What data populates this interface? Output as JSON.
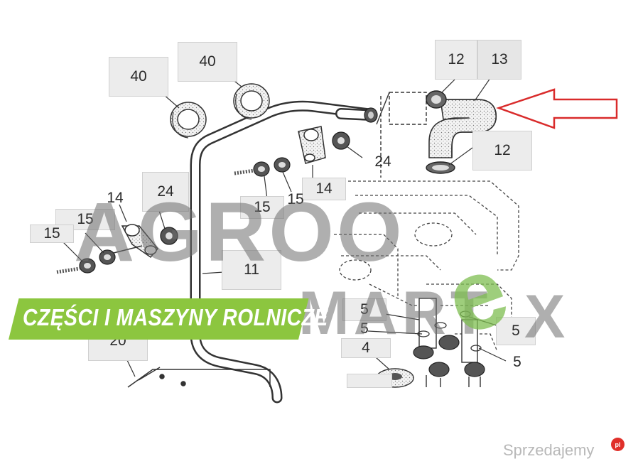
{
  "diagram": {
    "callouts": [
      {
        "label": "40"
      },
      {
        "label": "40"
      },
      {
        "label": "12"
      },
      {
        "label": "13"
      },
      {
        "label": "12"
      },
      {
        "label": "24"
      },
      {
        "label": "14"
      },
      {
        "label": "15"
      },
      {
        "label": "15"
      },
      {
        "label": "14"
      },
      {
        "label": "24"
      },
      {
        "label": "15"
      },
      {
        "label": "15"
      },
      {
        "label": "11"
      },
      {
        "label": "20"
      },
      {
        "label": "5"
      },
      {
        "label": "5"
      },
      {
        "label": "4"
      },
      {
        "label": "5"
      },
      {
        "label": "5"
      }
    ],
    "highlight_color": "#d92b2b"
  },
  "watermark": {
    "brand_main": "AGRO",
    "brand_main_2": "O",
    "brand_sub_1": "MART",
    "brand_sub_e": "e",
    "brand_sub_x": "X",
    "tagline": "CZĘŚCI I MASZYNY ROLNICZE",
    "green": "#8cc63f"
  },
  "credit": {
    "text": "Sprzedajemy",
    "badge": "pl"
  }
}
